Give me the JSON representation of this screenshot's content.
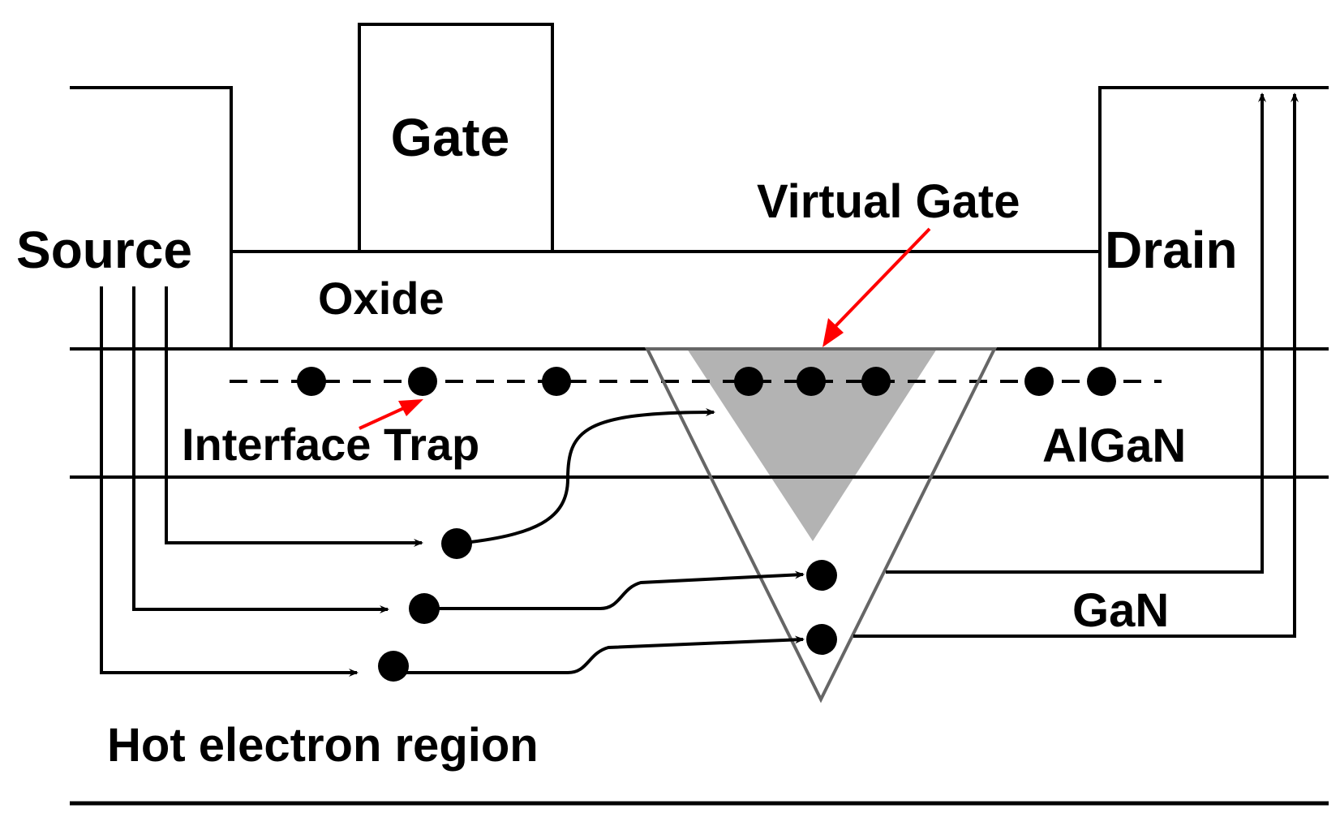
{
  "labels": {
    "gate": "Gate",
    "virtual_gate": "Virtual Gate",
    "source": "Source",
    "drain": "Drain",
    "oxide": "Oxide",
    "interface_trap": "Interface Trap",
    "algan": "AlGaN",
    "gan": "GaN",
    "hot_electron_region": "Hot electron region"
  },
  "colors": {
    "line": "#000000",
    "pointer": "#ff0000",
    "virtual_gate_fill": "#b3b3b3",
    "triangle_outline": "#666666"
  }
}
